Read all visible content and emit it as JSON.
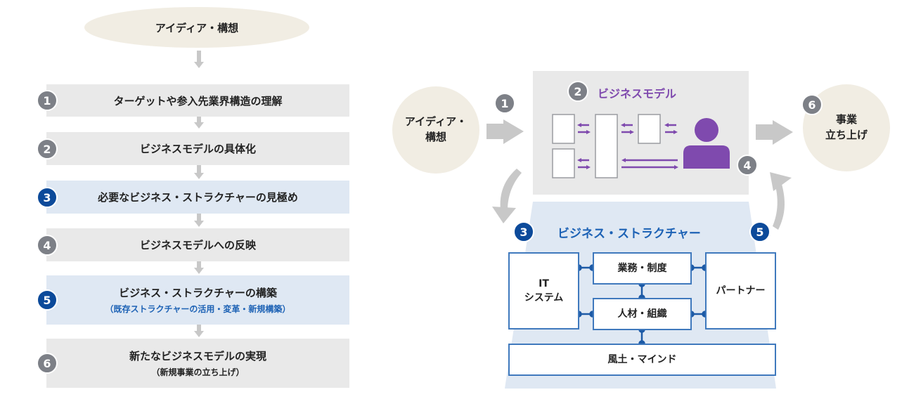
{
  "left_flow": {
    "start": "アイディア・構想",
    "steps": [
      {
        "num": "1",
        "title": "ターゲットや参入先業界構造の理解",
        "sub": "",
        "style": "gray"
      },
      {
        "num": "2",
        "title": "ビジネスモデルの具体化",
        "sub": "",
        "style": "gray"
      },
      {
        "num": "3",
        "title": "必要なビジネス・ストラクチャーの見極め",
        "sub": "",
        "style": "blue"
      },
      {
        "num": "4",
        "title": "ビジネスモデルへの反映",
        "sub": "",
        "style": "gray"
      },
      {
        "num": "5",
        "title": "ビジネス・ストラクチャーの構築",
        "sub": "（既存ストラクチャーの活用・変革・新規構築）",
        "style": "blue"
      },
      {
        "num": "6",
        "title": "新たなビジネスモデルの実現",
        "sub": "（新規事業の立ち上げ）",
        "style": "gray"
      }
    ]
  },
  "right_diagram": {
    "idea": {
      "line1": "アイディア・",
      "line2": "構想"
    },
    "launch": {
      "line1": "事業",
      "line2": "立ち上げ"
    },
    "business_model": {
      "num": "2",
      "title": "ビジネスモデル"
    },
    "business_structure": {
      "title": "ビジネス・ストラクチャー",
      "it_system": {
        "line1": "IT",
        "line2": "システム"
      },
      "operations": "業務・制度",
      "talent": "人材・組織",
      "partner": "パートナー",
      "culture": "風土・マインド"
    },
    "badges": {
      "n1": "1",
      "n3": "3",
      "n4": "4",
      "n5": "5",
      "n6": "6"
    }
  },
  "colors": {
    "beige": "#f1ede3",
    "step_gray": "#e9e9e9",
    "step_blue": "#dfe8f3",
    "badge_gray": "#7d8087",
    "badge_blue": "#0c4a9a",
    "purple": "#7f4aae",
    "structure_blue": "#3f79bd",
    "arrow_gray": "#c8c8c8"
  }
}
